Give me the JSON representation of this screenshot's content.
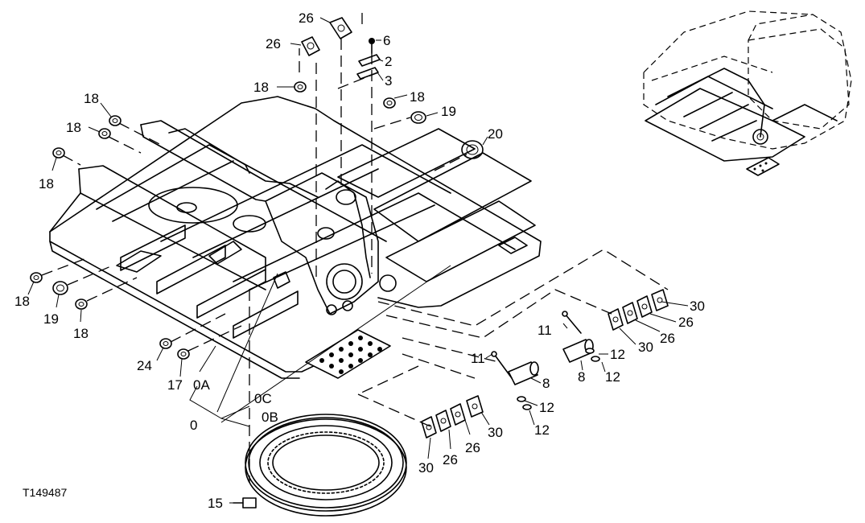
{
  "figure_code": "T149487",
  "callouts": [
    "26",
    "26",
    "6",
    "2",
    "3",
    "18",
    "18",
    "19",
    "18",
    "18",
    "18",
    "20",
    "18",
    "19",
    "18",
    "24",
    "17",
    "0A",
    "0C",
    "0",
    "0B",
    "15",
    "11",
    "8",
    "12",
    "12",
    "11",
    "8",
    "12",
    "12",
    "30",
    "26",
    "26",
    "30",
    "30",
    "26",
    "26",
    "30"
  ]
}
